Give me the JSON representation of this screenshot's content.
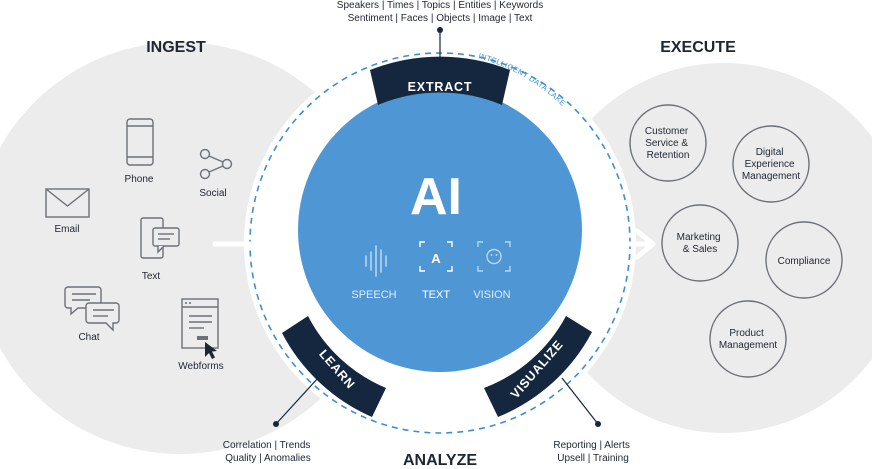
{
  "top_caption": {
    "line1": "Speakers | Times | Topics | Entities | Keywords",
    "line2": "Sentiment | Faces | Objects | Image | Text"
  },
  "ingest": {
    "title": "INGEST",
    "items": {
      "phone": "Phone",
      "social": "Social",
      "email": "Email",
      "text": "Text",
      "chat": "Chat",
      "webforms": "Webforms"
    }
  },
  "execute": {
    "title": "EXECUTE",
    "items": {
      "customer_service": [
        "Customer",
        "Service &",
        "Retention"
      ],
      "digital_experience": [
        "Digital",
        "Experience",
        "Management"
      ],
      "marketing": [
        "Marketing",
        "& Sales"
      ],
      "compliance": [
        "Compliance"
      ],
      "product": [
        "Product",
        "Management"
      ]
    }
  },
  "core": {
    "title": "AI",
    "modes": {
      "speech": "SPEECH",
      "text": "TEXT",
      "text_glyph": "A",
      "vision": "VISION"
    }
  },
  "ring": {
    "label": "INTELLIGENT DATA LAKE",
    "extract": "EXTRACT",
    "learn": "LEARN",
    "visualize": "VISUALIZE"
  },
  "analyze": {
    "title": "ANALYZE",
    "left_caption": [
      "Correlation | Trends",
      "Quality | Anomalies"
    ],
    "right_caption": [
      "Reporting | Alerts",
      "Upsell | Training"
    ]
  },
  "colors": {
    "core_blue": "#4f97d4",
    "navy": "#14273f",
    "dashed_ring": "#3f8fd0",
    "side_circle": "#ececec",
    "text_dark": "#1f2630",
    "icon_gray": "#6c7178",
    "arrow_white": "#ffffff"
  }
}
